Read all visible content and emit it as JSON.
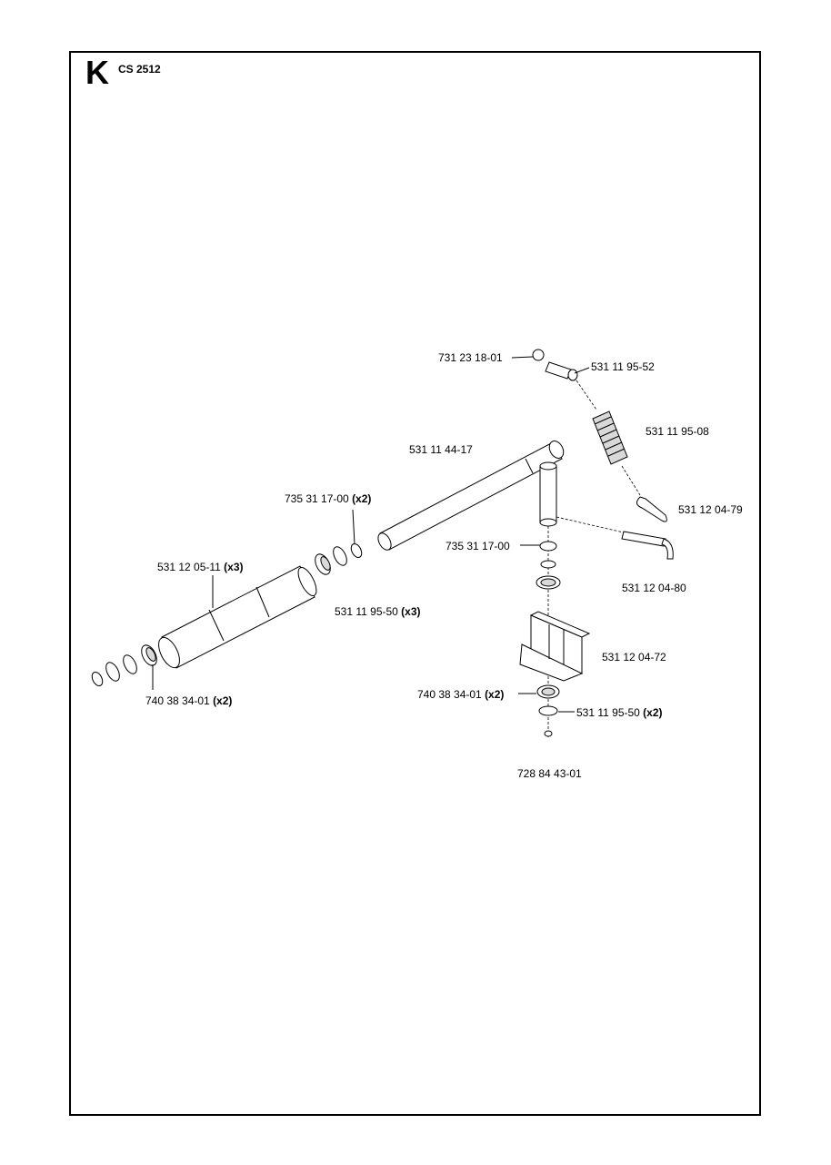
{
  "header": {
    "section_letter": "K",
    "model": "CS 2512"
  },
  "callouts": [
    {
      "id": "p1",
      "part": "731 23 18-01",
      "qty": ""
    },
    {
      "id": "p2",
      "part": "531 11 95-52",
      "qty": ""
    },
    {
      "id": "p3",
      "part": "531 11 95-08",
      "qty": ""
    },
    {
      "id": "p4",
      "part": "531 11 44-17",
      "qty": ""
    },
    {
      "id": "p5",
      "part": "735 31 17-00 ",
      "qty": "(x2)"
    },
    {
      "id": "p6",
      "part": "531 12 04-79",
      "qty": ""
    },
    {
      "id": "p7",
      "part": "735 31 17-00",
      "qty": ""
    },
    {
      "id": "p8",
      "part": "531 12 05-11 ",
      "qty": "(x3)"
    },
    {
      "id": "p9",
      "part": "531 12 04-80",
      "qty": ""
    },
    {
      "id": "p10",
      "part": "531 11 95-50 ",
      "qty": "(x3)"
    },
    {
      "id": "p11",
      "part": "531 12 04-72",
      "qty": ""
    },
    {
      "id": "p12",
      "part": "740 38 34-01 ",
      "qty": "(x2)"
    },
    {
      "id": "p13",
      "part": "740 38 34-01 ",
      "qty": "(x2)"
    },
    {
      "id": "p14",
      "part": "531 11 95-50 ",
      "qty": "(x2)"
    },
    {
      "id": "p15",
      "part": "728 84 43-01",
      "qty": ""
    }
  ]
}
